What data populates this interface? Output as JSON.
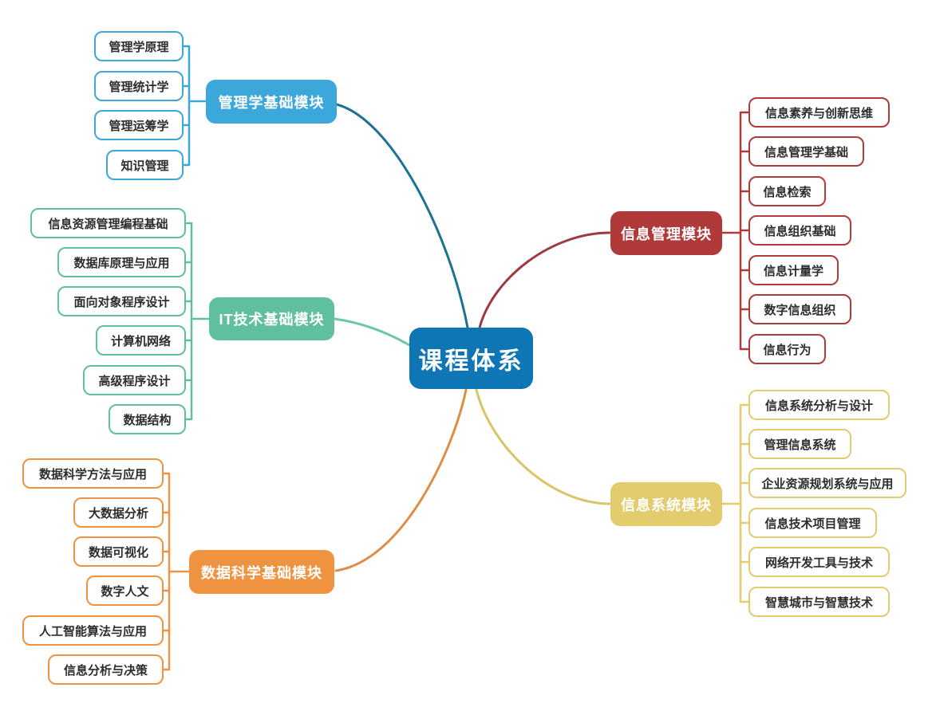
{
  "root": {
    "label": "课程体系",
    "color": "#0E76B4"
  },
  "branches": [
    {
      "id": "management-foundation",
      "label": "管理学基础模块",
      "color": "#3BA7DB",
      "line_color": "#1E7193",
      "side": "left",
      "children": [
        "管理学原理",
        "管理统计学",
        "管理运筹学",
        "知识管理"
      ]
    },
    {
      "id": "it-foundation",
      "label": "IT技术基础模块",
      "color": "#5FBF9F",
      "line_color": "#6BC7A7",
      "side": "left",
      "children": [
        "信息资源管理编程基础",
        "数据库原理与应用",
        "面向对象程序设计",
        "计算机网络",
        "高级程序设计",
        "数据结构"
      ]
    },
    {
      "id": "data-science-foundation",
      "label": "数据科学基础模块",
      "color": "#EF9340",
      "line_color": "#DC8E45",
      "side": "left",
      "children": [
        "数据科学方法与应用",
        "大数据分析",
        "数据可视化",
        "数字人文",
        "人工智能算法与应用",
        "信息分析与决策"
      ]
    },
    {
      "id": "info-management",
      "label": "信息管理模块",
      "color": "#B03A3A",
      "line_color": "#9E3A3F",
      "side": "right",
      "children": [
        "信息素养与创新思维",
        "信息管理学基础",
        "信息检索",
        "信息组织基础",
        "信息计量学",
        "数字信息组织",
        "信息行为"
      ]
    },
    {
      "id": "info-system",
      "label": "信息系统模块",
      "color": "#E2CC6E",
      "line_color": "#D9C468",
      "side": "right",
      "children": [
        "信息系统分析与设计",
        "管理信息系统",
        "企业资源规划系统与应用",
        "信息技术项目管理",
        "网络开发工具与技术",
        "智慧城市与智慧技术"
      ]
    }
  ]
}
